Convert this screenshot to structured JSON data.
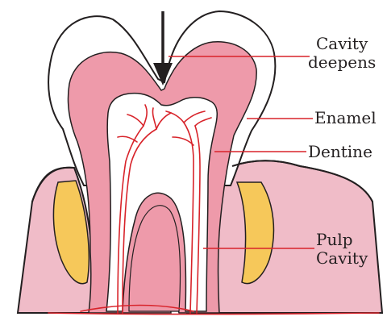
{
  "labels": {
    "cavity_deepens": [
      "Cavity",
      "deepens"
    ],
    "enamel": "Enamel",
    "dentine": "Dentine",
    "pulp_cavity": [
      "Pulp",
      "Cavity"
    ]
  },
  "colors": {
    "enamel": "#ffffff",
    "dentine": "#ee9aaa",
    "pulp": "#e2768c",
    "gum": "#f0bcc8",
    "bone": "#f6c85a",
    "pointer_line": "#d8232a",
    "blood_vessel": "#d8232a",
    "outline": "#231f20"
  }
}
